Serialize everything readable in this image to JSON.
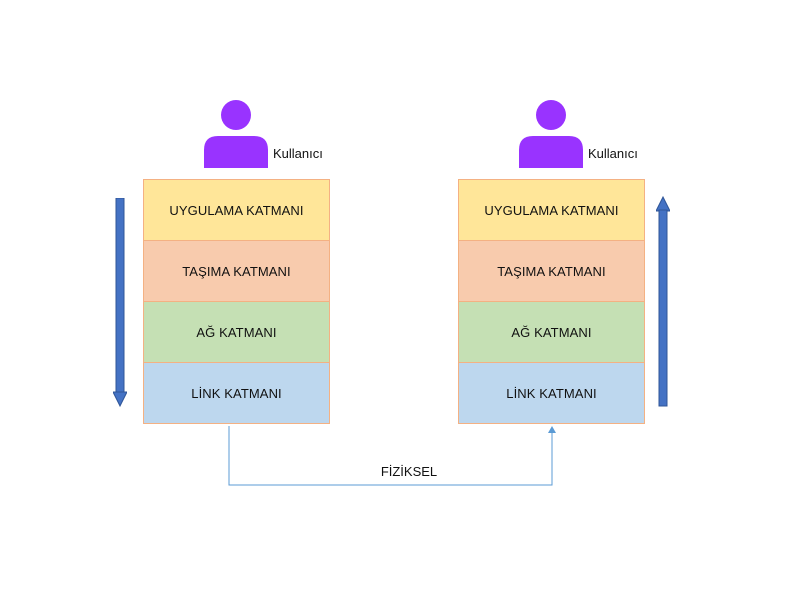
{
  "left_stack": {
    "user_label": "Kullanıcı",
    "layers": [
      "UYGULAMA KATMANI",
      "TAŞIMA KATMANI",
      "AĞ KATMANI",
      "LİNK KATMANI"
    ]
  },
  "right_stack": {
    "user_label": "Kullanıcı",
    "layers": [
      "UYGULAMA KATMANI",
      "TAŞIMA KATMANI",
      "AĞ KATMANI",
      "LİNK KATMANI"
    ]
  },
  "link": {
    "label": "FİZİKSEL"
  },
  "colors": {
    "user_icon": "#9933ff",
    "arrow": "#4472c4",
    "connector": "#5b9bd5",
    "application": "#ffe699",
    "transport": "#f8cbad",
    "network": "#c5e0b4",
    "link": "#bdd7ee",
    "layer_border": "#f4b183"
  },
  "icons": {
    "user": "person-icon",
    "down": "arrow-down-icon",
    "up": "arrow-up-icon"
  }
}
